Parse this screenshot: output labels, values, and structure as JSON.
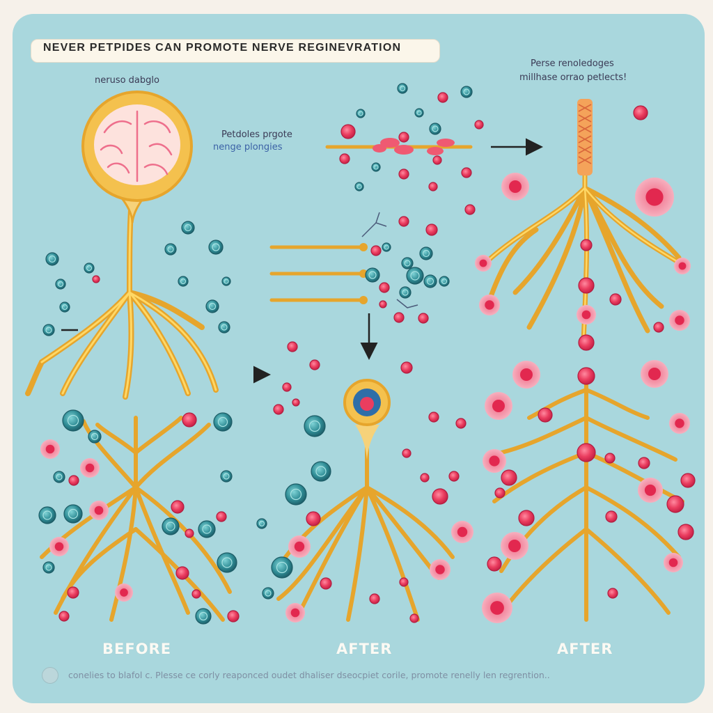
{
  "title": "NEVER PETPIDES CAN  PROMOTE NERVE REGINEVRATION",
  "labels": {
    "neuron_top_left": "neruso dabglo",
    "peptides_line1": "Petdoles prgote",
    "peptides_line2": "nenge plongies",
    "top_right_line1": "Perse renoledoges",
    "top_right_line2": "millhase orrao petlects!"
  },
  "captions": {
    "before": "BEFORE",
    "after_middle": "AFTER",
    "after_right": "AFTER"
  },
  "footer": "conelies to blafol c. Plesse ce corly reaponced oudet dhaliser dseocpiet corile, promote renelly len regrention..",
  "colors": {
    "background": "#a9d7dd",
    "nerve": "#f2b63a",
    "cell_red": "#ea3d5f",
    "cell_teal": "#2f8c95"
  }
}
